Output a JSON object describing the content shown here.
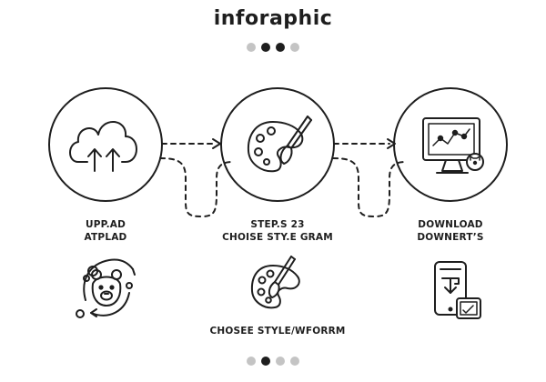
{
  "header": {
    "title": "inforaphic"
  },
  "pager_top": {
    "dots": [
      "inactive",
      "active",
      "active",
      "inactive"
    ]
  },
  "steps": [
    {
      "line1": "UPP.AD",
      "line2": "ATPLAD",
      "icon": "cloud-upload-icon"
    },
    {
      "line1": "STEP.S 23",
      "line2": "CHOISE STY.E GRAM",
      "icon": "palette-brush-icon"
    },
    {
      "line1": "DOWNLOAD",
      "line2": "DOWNERT’S",
      "icon": "monitor-chart-icon"
    }
  ],
  "bottom_icons": {
    "left": "bear-cycle-icon",
    "center": "palette-brush-icon",
    "right": "phone-download-icon",
    "center_caption": "CHOSEE STYLE/WFORRM"
  },
  "pager_bottom": {
    "dots": [
      "inactive",
      "active",
      "inactive",
      "inactive"
    ]
  },
  "colors": {
    "stroke": "#1e1e1e",
    "dot_inactive": "#c4c4c4",
    "background": "#ffffff"
  }
}
